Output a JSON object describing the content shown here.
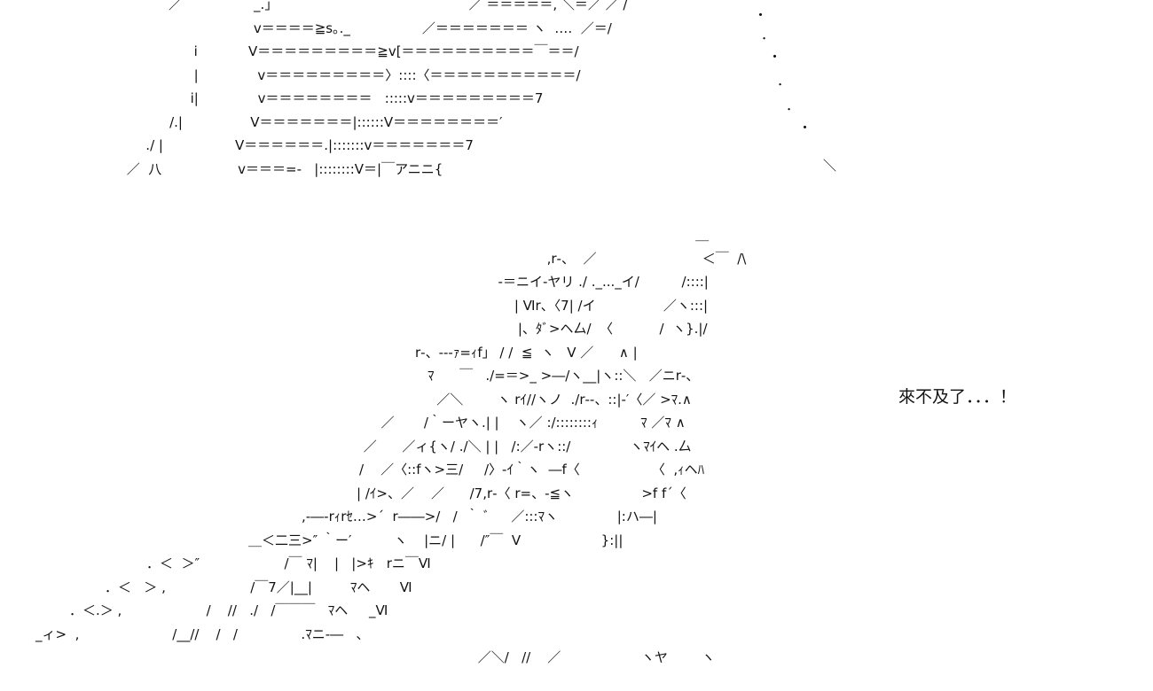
{
  "caption": "來不及了．．．！",
  "art_top": [
    "／                 _.」￣                                          ／ ＝＝＝＝＝, ＼＝／ ／ /",
    "                  v＝＝＝＝≧s｡._                 ／＝＝＝＝＝＝＝ ヽ  ‥‥  ／＝/",
    "      i            V＝＝＝＝＝＝＝＝＝≧v[＝＝＝＝＝＝＝＝＝＝￣＝＝/",
    "      |              v＝＝＝＝＝＝＝＝＝〉::::〈＝＝＝＝＝＝＝＝＝＝＝/",
    "      i|              v＝＝＝＝＝＝＝＝   :::::v＝＝＝＝＝＝＝＝＝7",
    "    /.|                V＝＝＝＝＝＝＝|::::::V＝＝＝＝＝＝＝＝′",
    "   ./ |                 V＝＝＝＝＝＝.|:::::::v＝＝＝＝＝＝＝7",
    " ／  八                  v＝＝＝=-   |::::::::V＝|￣アニニ{"
  ],
  "art_dots": [
    "・",
    "．",
    "・",
    "．",
    "．",
    "・",
    "＼"
  ],
  "art_bottom": [
    "                                               ＿",
    "      ,r‐、  ／                         ＜￣  /\\",
    "  ‐＝ニイ‐ヤリ ./ ._..._イ/          /::::|",
    "     | Ⅵr、〈7| /イ                ／ヽ:::|",
    "     |、ﾀﾞ>ヘ厶/  〈           /  ヽ}.|/",
    "r‐、‐‐‐ｧ=ｨf」 / /  ≦  ヽ   V ／      ∧ |",
    "ﾏ      ￣   ./=＝>_ >―/ヽ__|ヽ::＼   ／ニr‐、",
    "   ／＼        ヽ rｲ//ヽノ  ./r‐-、::|‐′〈／ >ﾏ.∧",
    "  ／       /｀ーヤヽ.| |    ヽ／ :/::::::::ｨ          ﾏ ／ﾏ ∧",
    " ／      ／ィ{ヽ/ ./＼ | |   /:／‐rヽ::/              ヽﾏｲヘ .厶",
    "/    ／〈::fヽ>三/     /〉-ｲ｀ヽ  ―f〈                 〈  ,ｨヘﾊ",
    "| /ｲ>、／    ／      /7,r‐〈 r=、-≦ヽ                >f f´〈",
    ",‐―‐rｨrｾ…>´  r――>/   /  ｀ ﾞ     ／:::ﾏヽ              |:ハ―|",
    "＿＜二三>″ ｀ー′          ヽ    |ニ/ |      /″￣  V                   }:||",
    "．＜  ＞″                    /￣ ﾏ|    |   |>ｷ   rニ￣Ⅵ",
    "．＜   ＞ ,                    /￣7／|__|         ﾏヘ       Ⅵ",
    "．＜.＞ ,                    /    //   ./   /￣￣￣   ﾏヘ     _Ⅵ",
    "_ィ>  ,                      /__//    /   /               .ﾏニ-―   、",
    "                           ／＼/   //    ／                   ヽヤ        ヽ"
  ]
}
